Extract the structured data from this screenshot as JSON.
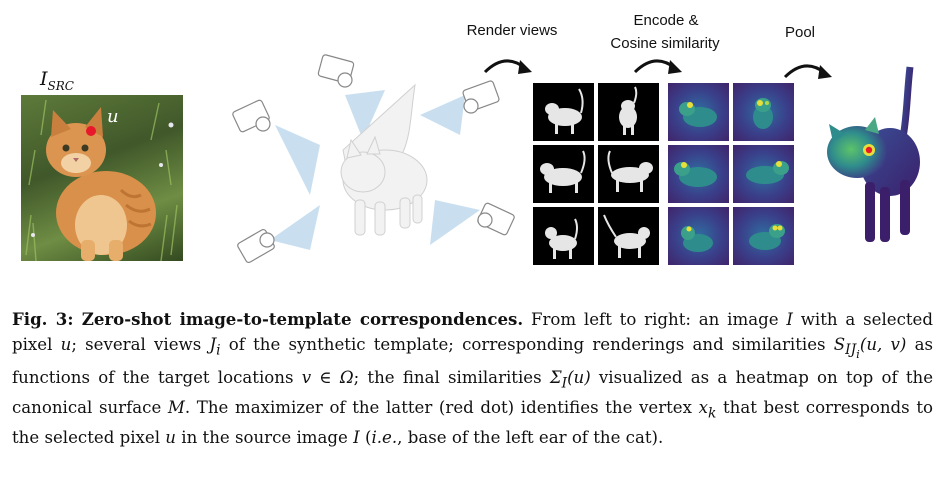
{
  "figure": {
    "src_label_main": "I",
    "src_label_sub": "SRC",
    "pixel_label": "u",
    "steps": {
      "render": "Render views",
      "encode_line1": "Encode &",
      "encode_line2": "Cosine similarity",
      "pool": "Pool"
    },
    "render_grid_count": 6,
    "similarity_grid_count": 6,
    "colors": {
      "arrow": "#111111",
      "camera_cone": "#c9dff0",
      "highlight_dot": "#e8182b",
      "heat_low": "#3b1f6b",
      "heat_mid": "#2f8c8c",
      "heat_high": "#e8e03a"
    }
  },
  "caption": {
    "title": "Fig. 3: Zero-shot image-to-template correspondences.",
    "seg1": " From left to right: an image ",
    "I1": "I",
    "seg2": " with a selected pixel ",
    "u1": "u",
    "seg3": "; several views ",
    "Ji": "J",
    "Ji_sub": "i",
    "seg4": " of the synthetic template; corresponding renderings and similarities ",
    "S": "S",
    "S_sub": "IJ",
    "S_subsub": "i",
    "S_args": "(u, v)",
    "seg5": " as functions of the target locations ",
    "v": "v",
    "in_omega": " ∈ Ω",
    "seg6": "; the final similarities ",
    "Sigma": "Σ",
    "Sigma_sub": "I",
    "Sigma_args": "(u)",
    "seg7": " visualized as a heatmap on top of the canonical surface ",
    "M": "M",
    "seg8": ". The maximizer of the latter (red dot) identifies the vertex ",
    "xk": "x",
    "xk_sub": "k",
    "seg9": " that best corresponds to the selected pixel ",
    "u2": "u",
    "seg10": " in the source image ",
    "I2": "I",
    "seg11": " (",
    "ie": "i.e.",
    "seg12": ", base of the left ear of the cat)."
  }
}
